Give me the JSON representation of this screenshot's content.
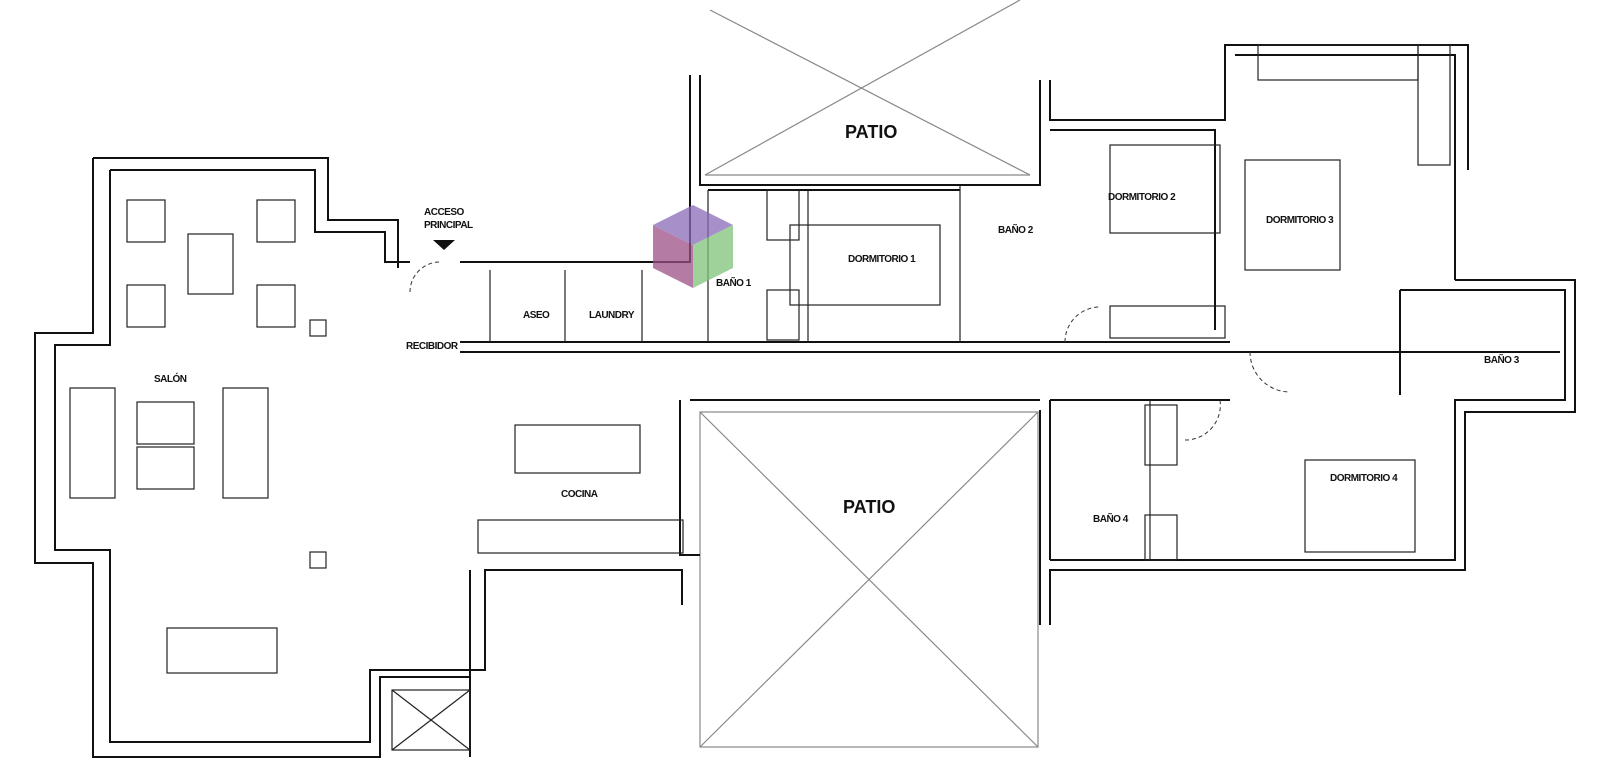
{
  "rooms": {
    "patio_top": "PATIO",
    "patio_bottom": "PATIO",
    "acceso_1": "ACCESO",
    "acceso_2": "PRINCIPAL",
    "recibidor": "RECIBIDOR",
    "salon": "SALÓN",
    "aseo": "ASEO",
    "laundry": "LAUNDRY",
    "bano1": "BAÑO 1",
    "dormitorio1": "DORMITORIO 1",
    "bano2": "BAÑO 2",
    "dormitorio2": "DORMITORIO 2",
    "dormitorio3": "DORMITORIO 3",
    "bano3": "BAÑO 3",
    "cocina": "COCINA",
    "bano4": "BAÑO 4",
    "dormitorio4": "DORMITORIO 4"
  },
  "colors": {
    "watermark_top": "#8a6bb8",
    "watermark_left": "#9b4f86",
    "watermark_right": "#7fc47a"
  }
}
